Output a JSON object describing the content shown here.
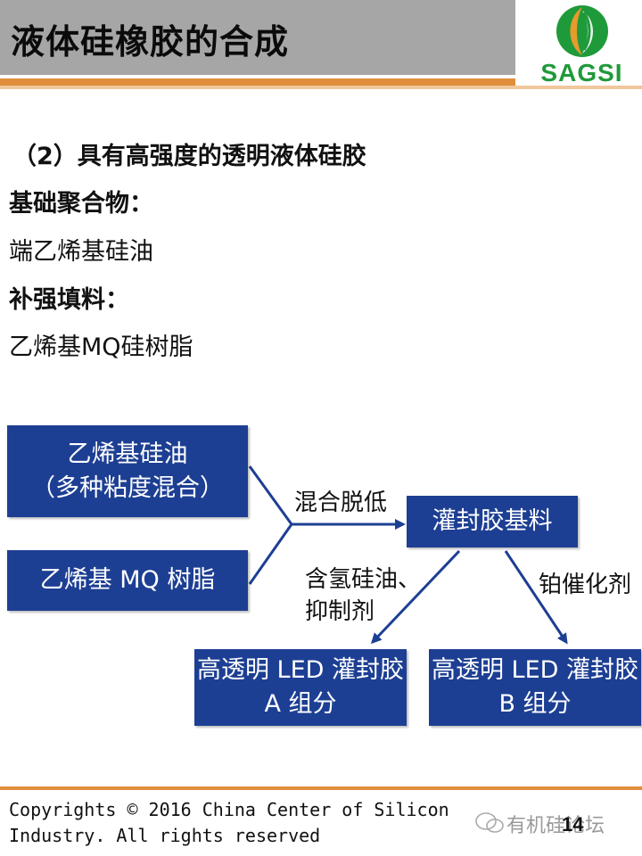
{
  "header": {
    "title": "液体硅橡胶的合成",
    "logo_text": "SAGSI"
  },
  "content": {
    "heading": "（2）具有高强度的透明液体硅胶",
    "base_polymer_label": "基础聚合物：",
    "base_polymer_value": "端乙烯基硅油",
    "filler_label": "补强填料：",
    "filler_value": "乙烯基MQ硅树脂"
  },
  "diagram": {
    "input_top_line1": "乙烯基硅油",
    "input_top_line2": "（多种粘度混合）",
    "input_bottom": "乙烯基 MQ 树脂",
    "step_mix": "混合脱低",
    "middle_box": "灌封胶基料",
    "left_branch_line1": "含氢硅油、",
    "left_branch_line2": "抑制剂",
    "right_branch": "铂催化剂",
    "output_a_line1": "高透明 LED 灌封胶",
    "output_a_line2": "A 组分",
    "output_b_line1": "高透明 LED 灌封胶",
    "output_b_line2": "B 组分"
  },
  "footer": {
    "copyright_line1": "Copyrights © 2016 China Center of Silicon",
    "copyright_line2": "Industry. All rights reserved",
    "page_number": "14",
    "watermark": "有机硅论坛"
  },
  "colors": {
    "title_bar": "#a6a6a6",
    "accent": "#e08e3c",
    "box_fill": "#1d3f93",
    "logo_green": "#1f9a3a",
    "logo_orange": "#e89a2c"
  }
}
